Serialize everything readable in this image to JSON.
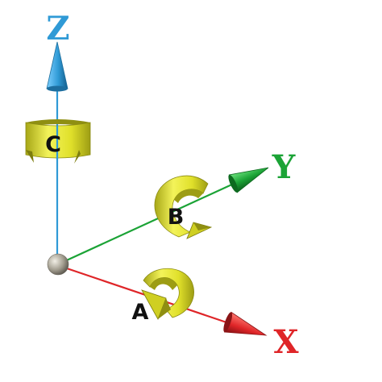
{
  "axes": {
    "z": {
      "label": "Z",
      "color": "#2f9ad6"
    },
    "y": {
      "label": "Y",
      "color": "#1ba336"
    },
    "x": {
      "label": "X",
      "color": "#df2528"
    }
  },
  "rotations": {
    "c": {
      "label": "C",
      "axis": "Z"
    },
    "b": {
      "label": "B",
      "axis": "Y"
    },
    "a": {
      "label": "A",
      "axis": "X"
    }
  },
  "colors": {
    "ribbon": "#e8e832",
    "ribbon_dark": "#a7a717",
    "origin": "#9a9587"
  }
}
